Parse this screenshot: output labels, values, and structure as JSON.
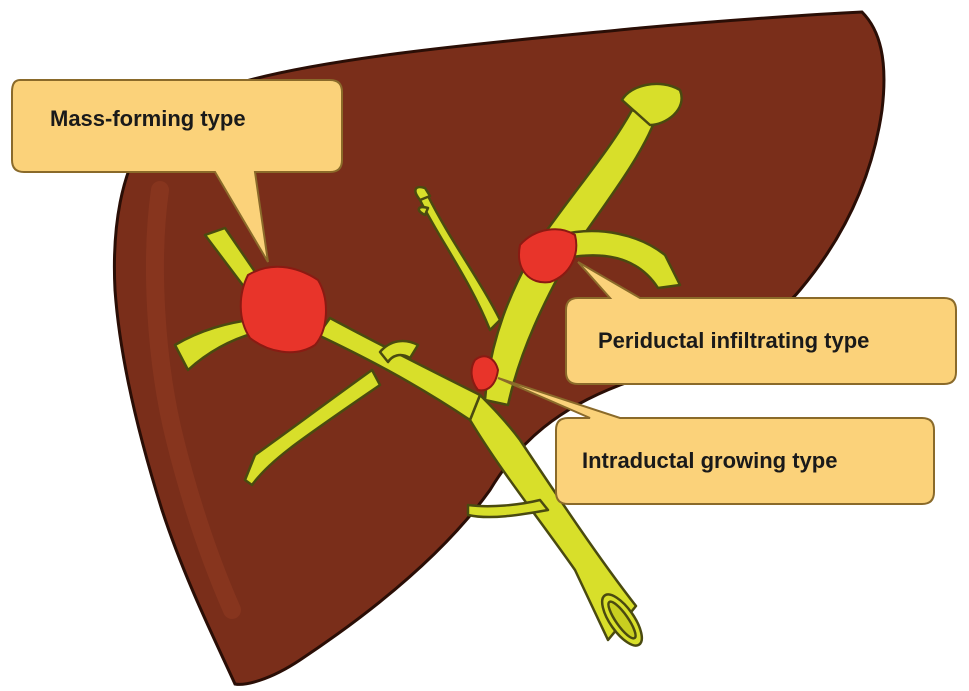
{
  "labels": {
    "mass_forming": "Mass-forming type",
    "periductal": "Periductal infiltrating type",
    "intraductal": "Intraductal growing type"
  },
  "colors": {
    "liver": "#7a2e1a",
    "liver_highlight": "#8f3a22",
    "liver_outline": "#2a0e06",
    "duct": "#d8df2a",
    "duct_outline": "#4a4a10",
    "tumor": "#e8342a",
    "callout_fill": "#fbd27a",
    "callout_outline": "#8a6a2a"
  }
}
